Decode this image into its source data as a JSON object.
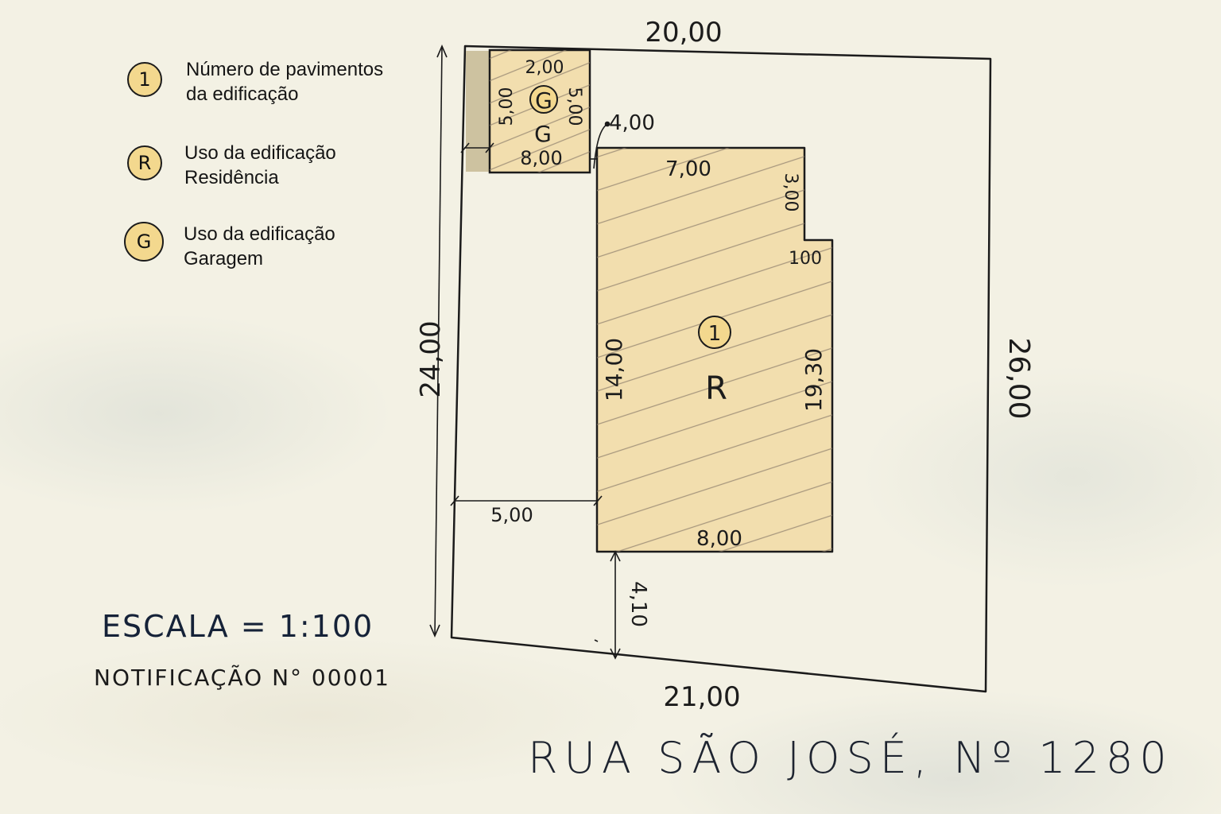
{
  "legend": [
    {
      "symbol": "1",
      "line1": "Número de pavimentos",
      "line2": "da edificação"
    },
    {
      "symbol": "R",
      "line1": "Uso da edificação",
      "line2": "Residência"
    },
    {
      "symbol": "G",
      "line1": "Uso da edificação",
      "line2": "Garagem"
    }
  ],
  "dims": {
    "top": "20,00",
    "bottom": "21,00",
    "left": "24,00",
    "right": "26,00",
    "garage_top": "2,00",
    "garage_left": "5,00",
    "garage_right": "5,00",
    "garage_bottom": "8,00",
    "gap_garage": "4,00",
    "res_top": "7,00",
    "res_notch_v": "3,00",
    "res_notch_h": "100",
    "res_left": "14,00",
    "res_right": "19,30",
    "res_bottom": "8,00",
    "side_setback": "5,00",
    "front_setback": "4,10"
  },
  "labels": {
    "garage_badge": "G",
    "garage_letter": "G",
    "res_badge": "1",
    "res_letter": "R"
  },
  "info": {
    "scale": "ESCALA = 1:100",
    "notification": "NOTIFICAÇÃO N° 00001",
    "street": "RUA SÃO JOSÉ, Nº 1280"
  },
  "colors": {
    "badge_fill": "#f3d88e",
    "building_fill": "#f2deae",
    "ink": "#1b1b1b",
    "annotation_ink": "#152238"
  }
}
